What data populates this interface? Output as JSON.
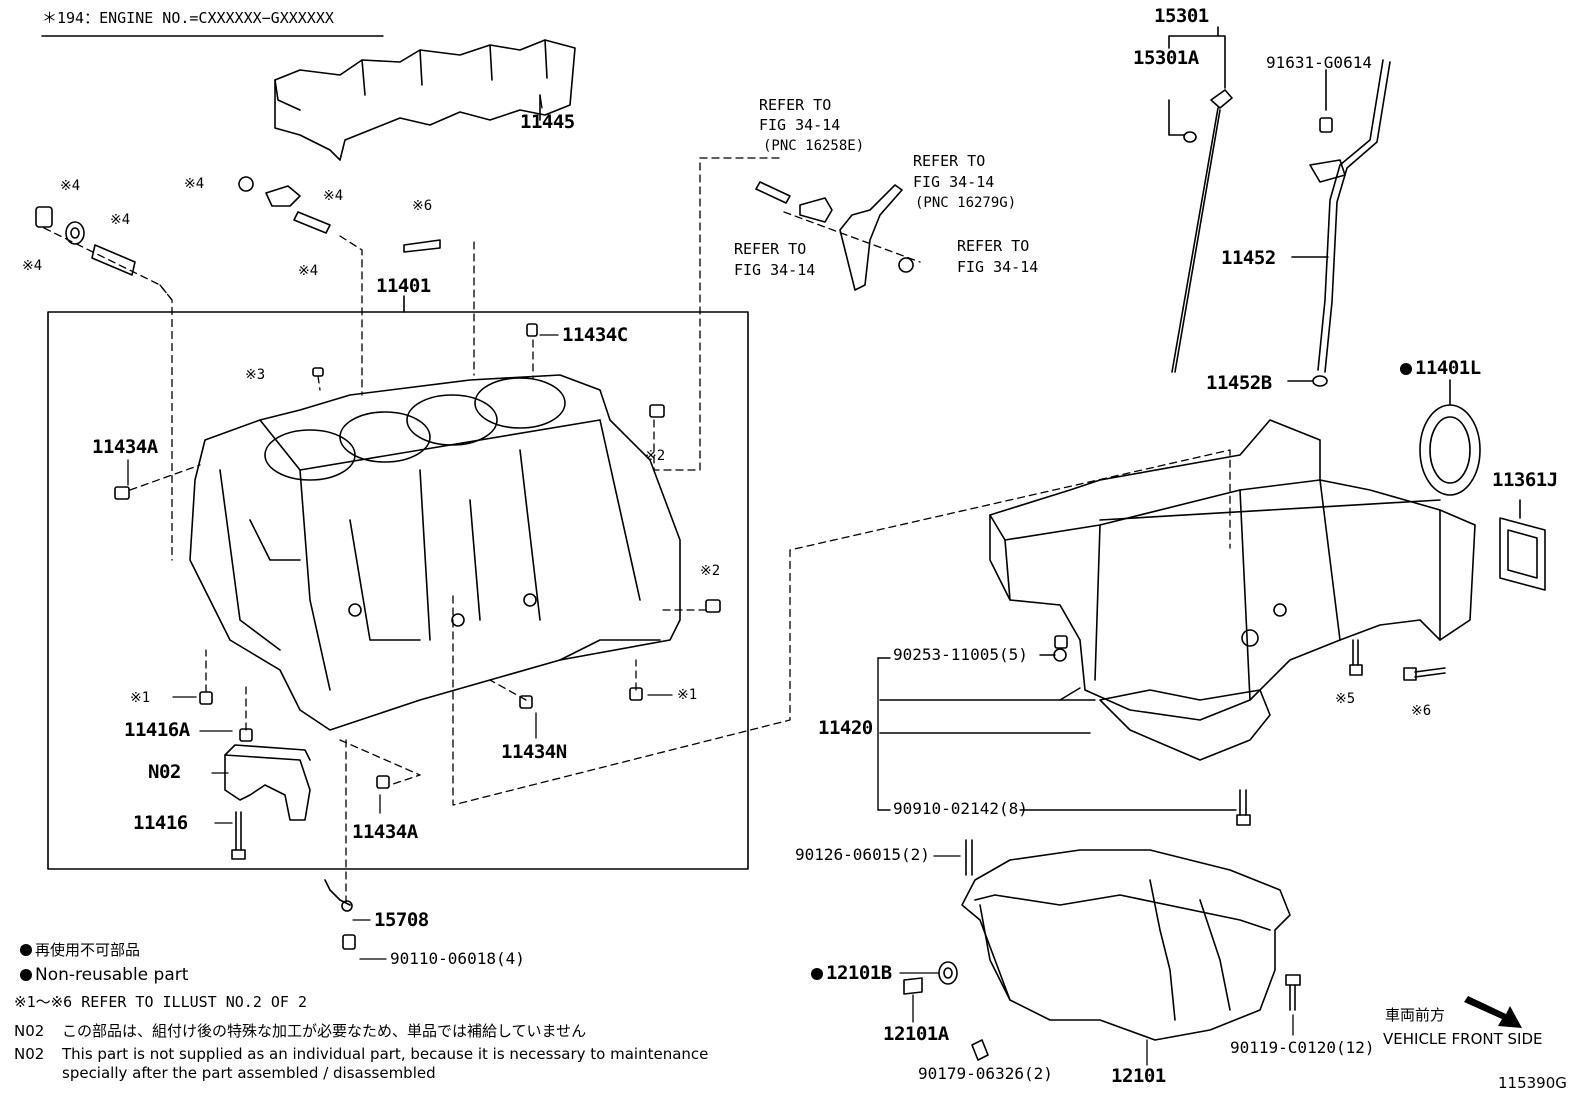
{
  "header_note": "＊194：ENGINE NO.=CXXXXXX−GXXXXXX",
  "refer_notes": {
    "ref_a_line1": "REFER TO",
    "ref_a_line2": "FIG 34-14",
    "ref_a_line3": "(PNC 16258E)",
    "ref_b_line1": "REFER TO",
    "ref_b_line2": "FIG 34-14",
    "ref_b_line3": "(PNC 16279G)",
    "ref_c_line1": "REFER TO",
    "ref_c_line2": "FIG 34-14",
    "ref_d_line1": "REFER TO",
    "ref_d_line2": "FIG 34-14"
  },
  "part_labels": {
    "p11445": "11445",
    "p11401": "11401",
    "p11434C": "11434C",
    "p11434A_top": "11434A",
    "p11416A": "11416A",
    "pN02": "N02",
    "p11416": "11416",
    "p11434A_bottom": "11434A",
    "p11434N": "11434N",
    "p15708": "15708",
    "p90110": "90110-06018(4)",
    "p15301": "15301",
    "p15301A": "15301A",
    "p91631": "91631-G0614",
    "p11452": "11452",
    "p11452B": "11452B",
    "p11401L": "11401L",
    "p11361J": "11361J",
    "p90253": "90253-11005(5)",
    "p11420": "11420",
    "p90910": "90910-02142(8)",
    "p90126": "90126-06015(2)",
    "p12101B": "12101B",
    "p12101A": "12101A",
    "p90179": "90179-06326(2)",
    "p12101": "12101",
    "p90119": "90119-C0120(12)"
  },
  "marks": {
    "m4a": "※4",
    "m4b": "※4",
    "m4c": "※4",
    "m4d": "※4",
    "m4e": "※4",
    "m4f": "※4",
    "m6a": "※6",
    "m3": "※3",
    "m2a": "※2",
    "m2b": "※2",
    "m1a": "※1",
    "m1b": "※1",
    "m5": "※5",
    "m6b": "※6"
  },
  "legend": {
    "nonreusable_jp": "再使用不可部品",
    "nonreusable_en": "Non-reusable part",
    "refer_illust": "※1～※6 REFER TO ILLUST NO.2 OF 2",
    "n02_code": "N02",
    "n02_jp": "この部品は、組付け後の特殊な加工が必要なため、単品では補給していません",
    "n02_en_code": "N02",
    "n02_en_1": "This part is not supplied as an individual part, because it is necessary to maintenance",
    "n02_en_2": "specially after the part assembled / disassembled"
  },
  "direction": {
    "jp": "車両前方",
    "en": "VEHICLE FRONT SIDE"
  },
  "illustration_id": "115390G"
}
